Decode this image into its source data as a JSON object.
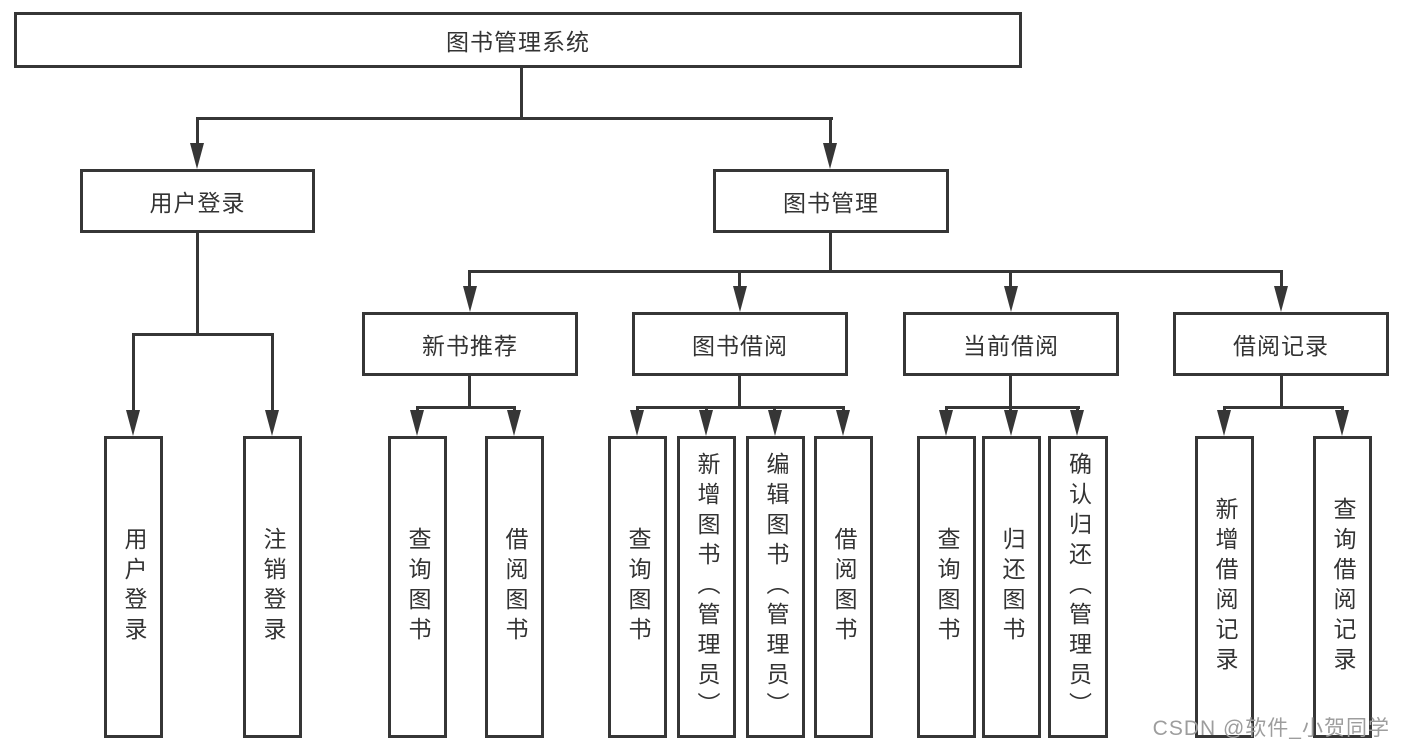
{
  "tree": {
    "label": "图书管理系统",
    "children": [
      {
        "label": "用户登录",
        "children": [
          {
            "label": "用户登录"
          },
          {
            "label": "注销登录"
          }
        ]
      },
      {
        "label": "图书管理",
        "children": [
          {
            "label": "新书推荐",
            "children": [
              {
                "label": "查询图书"
              },
              {
                "label": "借阅图书"
              }
            ]
          },
          {
            "label": "图书借阅",
            "children": [
              {
                "label": "查询图书"
              },
              {
                "label": "新增图书（管理员）"
              },
              {
                "label": "编辑图书（管理员）"
              },
              {
                "label": "借阅图书"
              }
            ]
          },
          {
            "label": "当前借阅",
            "children": [
              {
                "label": "查询图书"
              },
              {
                "label": "归还图书"
              },
              {
                "label": "确认归还（管理员）"
              }
            ]
          },
          {
            "label": "借阅记录",
            "children": [
              {
                "label": "新增借阅记录"
              },
              {
                "label": "查询借阅记录"
              }
            ]
          }
        ]
      }
    ]
  },
  "watermark": "CSDN @软件_小贺同学",
  "colors": {
    "line": "#363636",
    "text": "#333333",
    "watermark": "#9d9d9d",
    "background": "#ffffff"
  }
}
